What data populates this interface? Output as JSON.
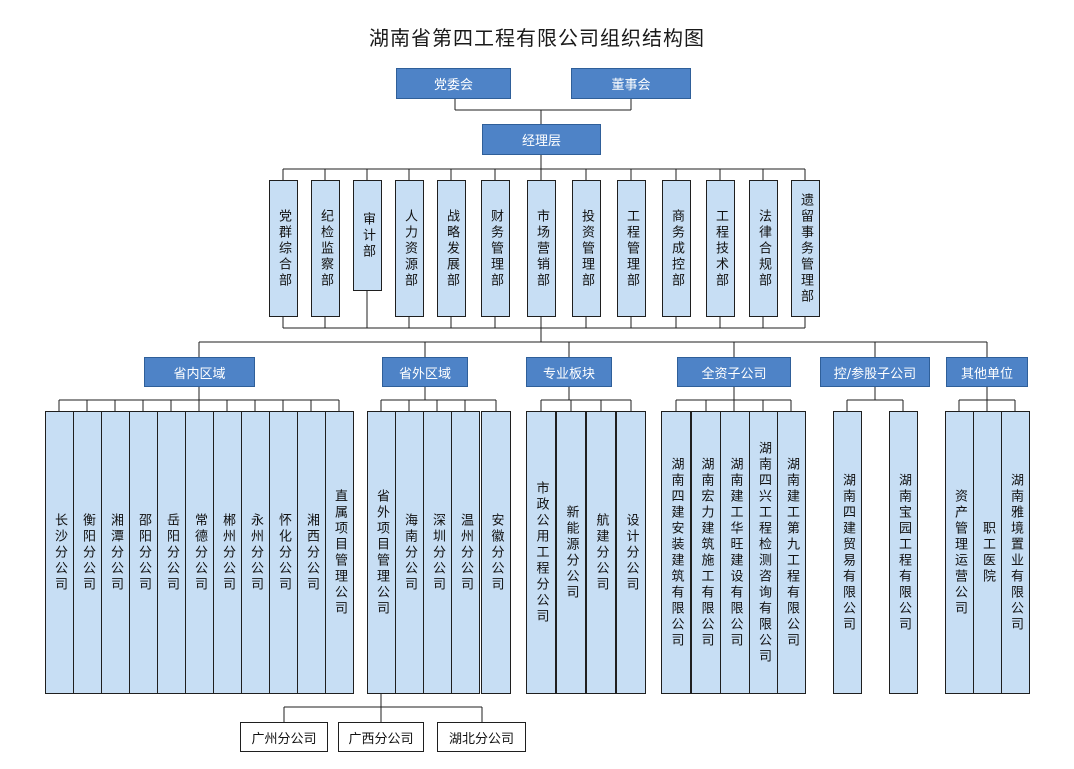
{
  "title": "湖南省第四工程有限公司组织结构图",
  "top": {
    "party": "党委会",
    "board": "董事会"
  },
  "manager": "经理层",
  "departments": [
    "党群综合部",
    "纪检监察部",
    "审计部",
    "人力资源部",
    "战略发展部",
    "财务管理部",
    "市场营销部",
    "投资管理部",
    "工程管理部",
    "商务成控部",
    "工程技术部",
    "法律合规部",
    "遗留事务管理部"
  ],
  "sections": [
    {
      "label": "省内区域",
      "units": [
        "长沙分公司",
        "衡阳分公司",
        "湘潭分公司",
        "邵阳分公司",
        "岳阳分公司",
        "常德分公司",
        "郴州分公司",
        "永州分公司",
        "怀化分公司",
        "湘西分公司",
        "直属项目管理公司"
      ]
    },
    {
      "label": "省外区域",
      "units": [
        "省外项目管理公司",
        "海南分公司",
        "深圳分公司",
        "温州分公司",
        "安徽分公司"
      ]
    },
    {
      "label": "专业板块",
      "units": [
        "市政公用工程分公司",
        "新能源分公司",
        "航建分公司",
        "设计分公司"
      ]
    },
    {
      "label": "全资子公司",
      "units": [
        "湖南四建安装建筑有限公司",
        "湖南宏力建筑施工有限公司",
        "湖南建工华旺建设有限公司",
        "湖南四兴工程检测咨询有限公司",
        "湖南建工第九工程有限公司"
      ]
    },
    {
      "label": "控/参股子公司",
      "units": [
        "湖南四建贸易有限公司",
        "湖南宝园工程有限公司"
      ]
    },
    {
      "label": "其他单位",
      "units": [
        "资产管理运营公司",
        "职工医院",
        "湖南雅境置业有限公司"
      ]
    }
  ],
  "provincial_branches": [
    "广州分公司",
    "广西分公司",
    "湖北分公司"
  ]
}
